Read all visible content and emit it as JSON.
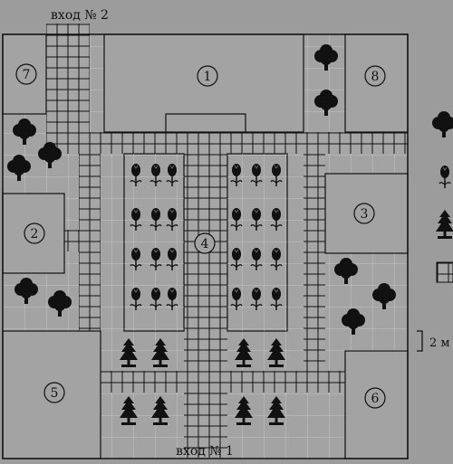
{
  "entrances": {
    "top": "вход № 2",
    "bottom": "вход № 1"
  },
  "zones": [
    "1",
    "2",
    "3",
    "4",
    "5",
    "6",
    "7",
    "8"
  ],
  "scale_label": "2 м",
  "legend": [
    "tree-icon",
    "flower-icon",
    "fir-icon",
    "tile-icon"
  ],
  "colors": {
    "background": "#9c9c9c",
    "line": "#111111",
    "zone_fill": "#a3a3a3"
  }
}
